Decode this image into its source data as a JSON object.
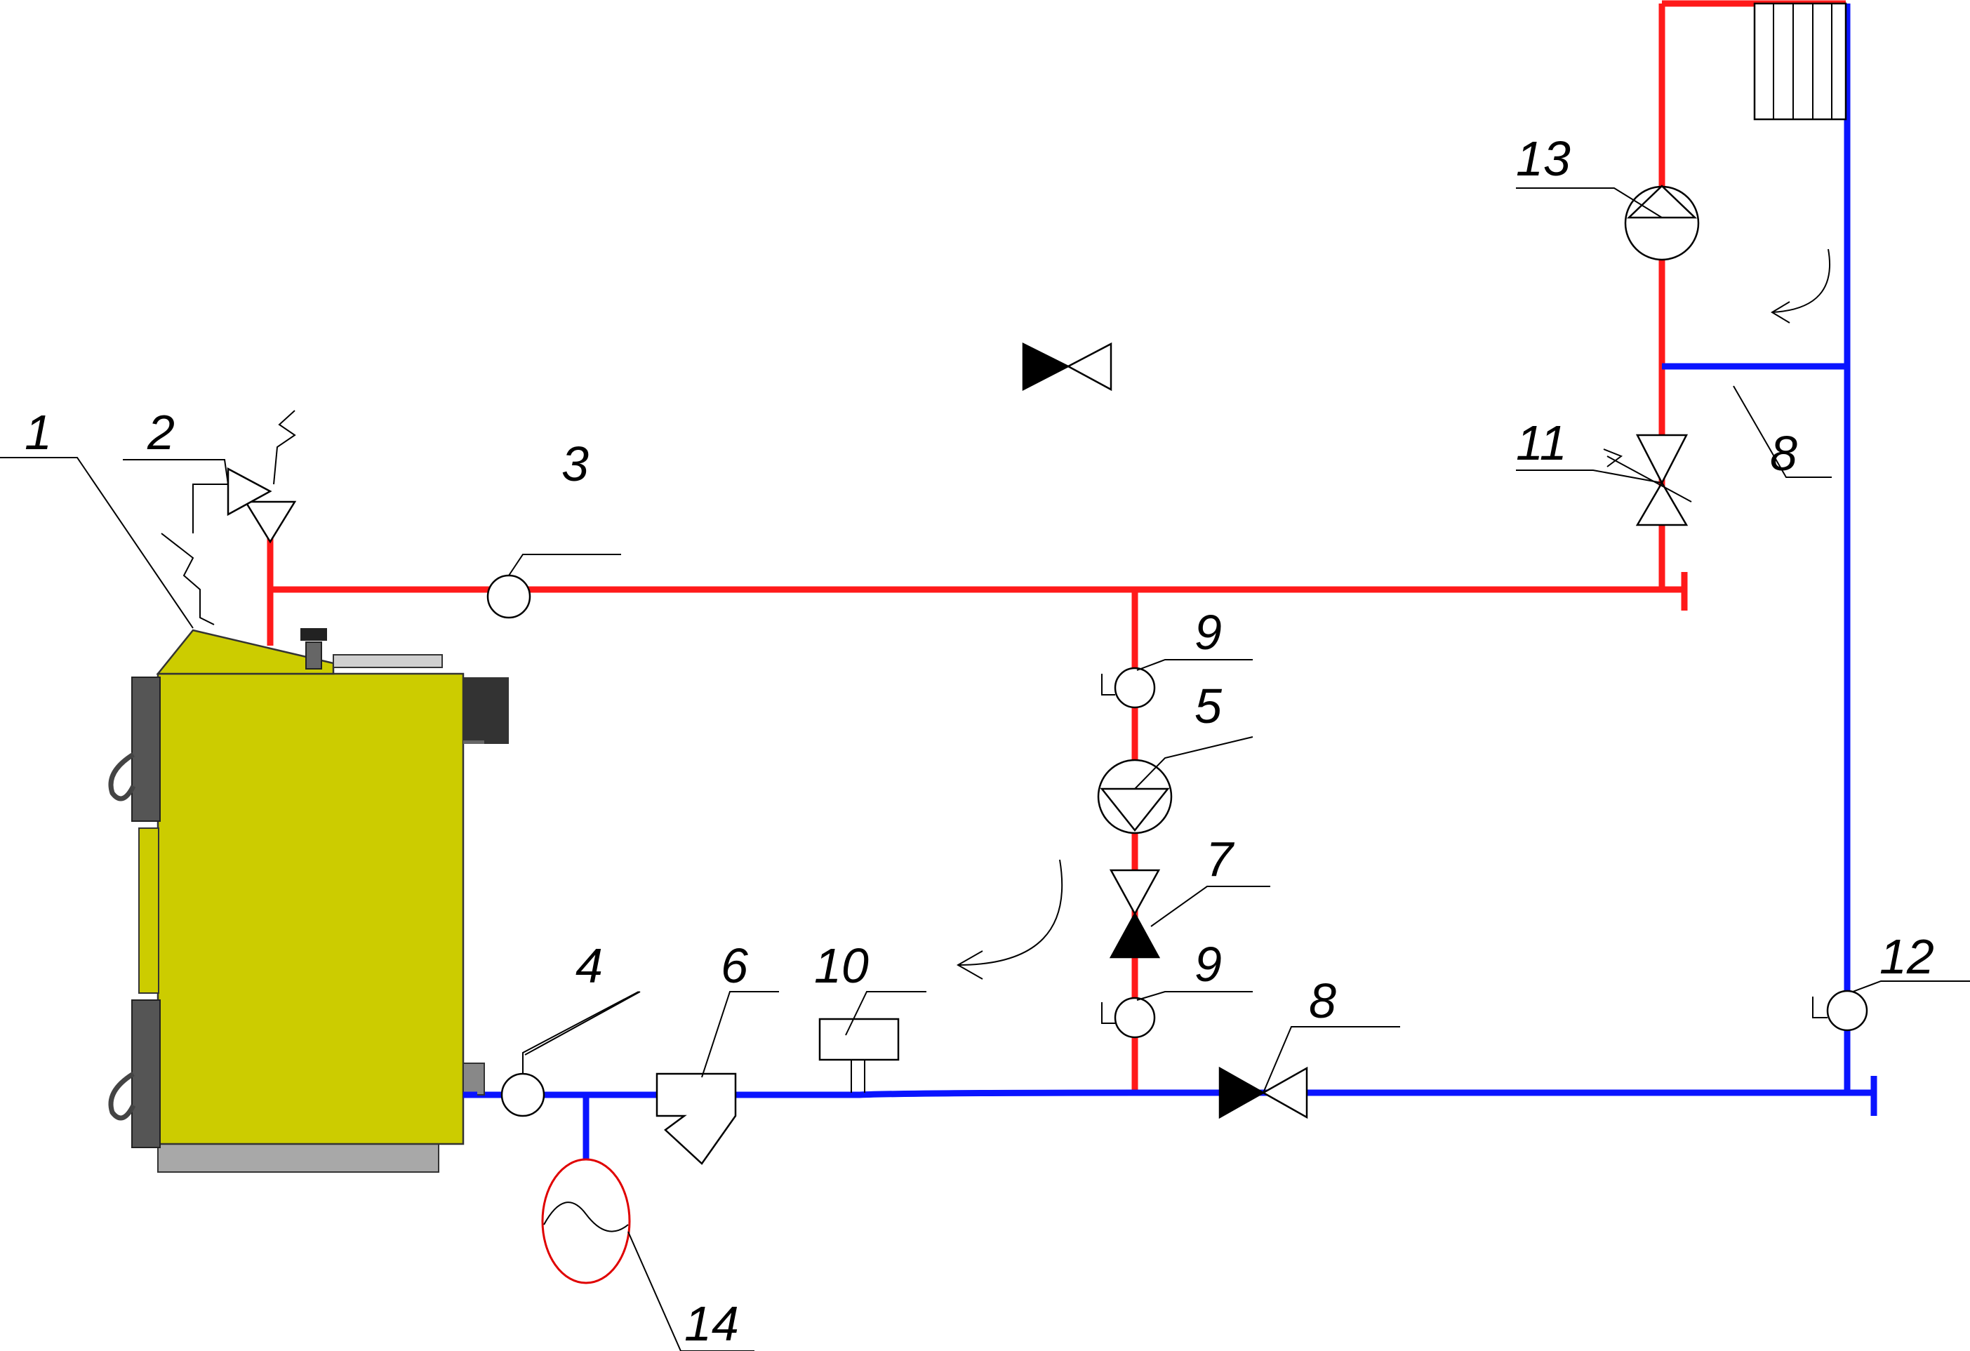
{
  "diagram": {
    "colors": {
      "supply_pipe": "#ff1a1a",
      "return_pipe": "#0a14ff",
      "boiler_body": "#cccc00",
      "boiler_base": "#a8a8a8",
      "expansion_tank_outline": "#e00000"
    },
    "labels": {
      "boiler": "1",
      "safety_valve": "2",
      "thermometer_supply": "3",
      "thermometer_return": "4",
      "pump_bypass": "5",
      "filter": "6",
      "check_valve": "7",
      "ball_valve_return": "8",
      "ball_valve_heater": "8",
      "thermometer_bypass_top": "9",
      "thermometer_bypass_bottom": "9",
      "control_unit": "10",
      "three_way_valve": "11",
      "thermometer_heater_return": "12",
      "pump_heater": "13",
      "expansion_tank": "14"
    }
  }
}
